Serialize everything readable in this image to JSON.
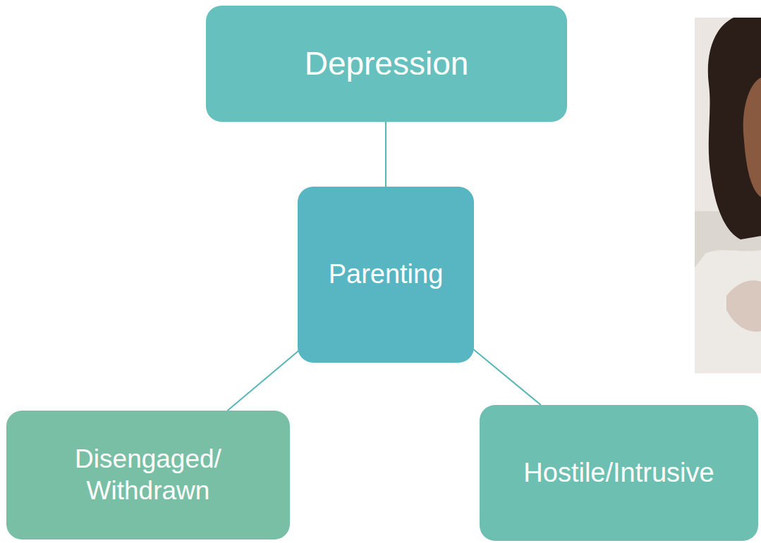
{
  "diagram": {
    "nodes": [
      {
        "text": [
          "Depression"
        ]
      },
      {
        "text": [
          "Parenting"
        ]
      },
      {
        "text": [
          "Disengaged/ Withdrawn"
        ]
      },
      {
        "text": [
          "Hostile/Intrusive"
        ]
      }
    ],
    "edges": [
      {
        "from": 0,
        "to": 1,
        "arrow": "none"
      },
      {
        "from": 1,
        "to": 2,
        "arrow": "none"
      },
      {
        "from": 1,
        "to": 3,
        "arrow": "none"
      }
    ]
  }
}
